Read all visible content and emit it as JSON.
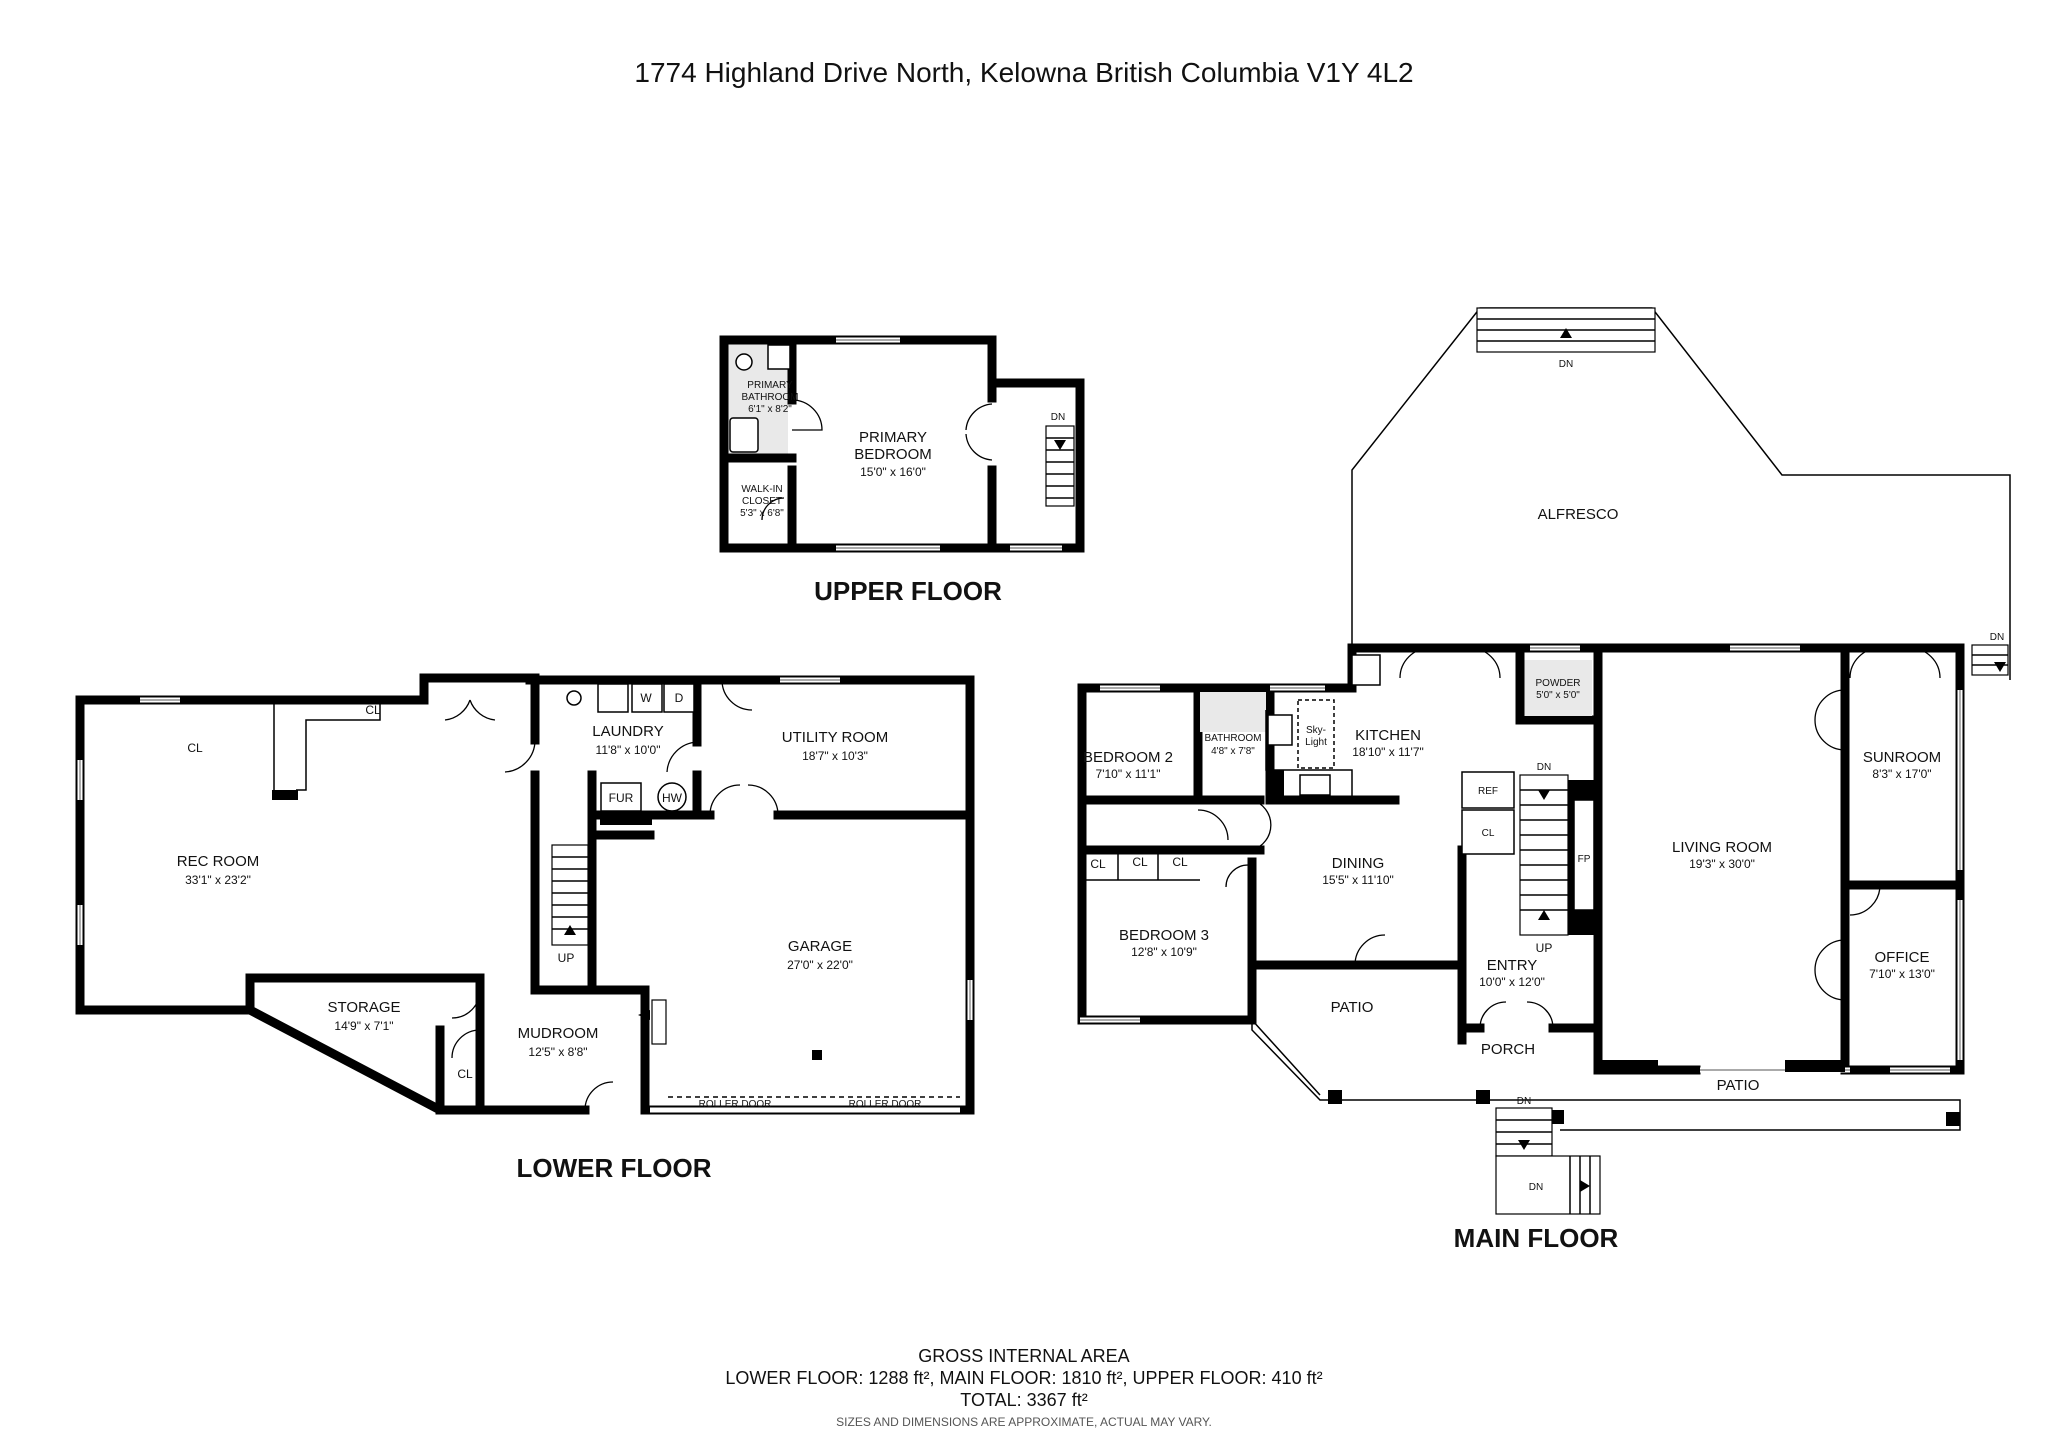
{
  "title": "1774 Highland Drive North, Kelowna British Columbia V1Y 4L2",
  "floors": {
    "upper": "UPPER FLOOR",
    "lower": "LOWER FLOOR",
    "main": "MAIN FLOOR"
  },
  "rooms": {
    "primary_bathroom": {
      "name": "PRIMARY BATHROOM",
      "line1": "PRIMARY",
      "line2": "BATHROOM",
      "dim": "6'1\" x 8'2\""
    },
    "primary_bedroom": {
      "line1": "PRIMARY",
      "line2": "BEDROOM",
      "dim": "15'0\" x 16'0\""
    },
    "walk_in_closet": {
      "line1": "WALK-IN",
      "line2": "CLOSET",
      "dim": "5'3\" x 6'8\""
    },
    "rec_room": {
      "name": "REC ROOM",
      "dim": "33'1\" x 23'2\""
    },
    "laundry": {
      "name": "LAUNDRY",
      "dim": "11'8\" x 10'0\""
    },
    "utility_room": {
      "name": "UTILITY ROOM",
      "dim": "18'7\" x 10'3\""
    },
    "garage": {
      "name": "GARAGE",
      "dim": "27'0\" x 22'0\""
    },
    "storage": {
      "name": "STORAGE",
      "dim": "14'9\" x 7'1\""
    },
    "mudroom": {
      "name": "MUDROOM",
      "dim": "12'5\" x 8'8\""
    },
    "alfresco": {
      "name": "ALFRESCO"
    },
    "bedroom2": {
      "name": "BEDROOM 2",
      "dim": "7'10\" x 11'1\""
    },
    "bathroom": {
      "name": "BATHROOM",
      "dim": "4'8\" x 7'8\""
    },
    "kitchen": {
      "name": "KITCHEN",
      "dim": "18'10\" x 11'7\""
    },
    "powder": {
      "name": "POWDER",
      "dim": "5'0\" x 5'0\""
    },
    "sunroom": {
      "name": "SUNROOM",
      "dim": "8'3\" x 17'0\""
    },
    "living_room": {
      "name": "LIVING ROOM",
      "dim": "19'3\" x 30'0\""
    },
    "dining": {
      "name": "DINING",
      "dim": "15'5\" x 11'10\""
    },
    "bedroom3": {
      "name": "BEDROOM 3",
      "dim": "12'8\" x 10'9\""
    },
    "entry": {
      "name": "ENTRY",
      "dim": "10'0\" x 12'0\""
    },
    "office": {
      "name": "OFFICE",
      "dim": "7'10\" x 13'0\""
    },
    "patio_left": {
      "name": "PATIO"
    },
    "porch": {
      "name": "PORCH"
    },
    "patio_front": {
      "name": "PATIO"
    }
  },
  "labels": {
    "cl": "CL",
    "w": "W",
    "d": "D",
    "fur": "FUR",
    "hw": "HW",
    "up": "UP",
    "dn": "DN",
    "ref": "REF",
    "fp": "FP",
    "skylight_1": "Sky-",
    "skylight_2": "Light",
    "roller_door": "ROLLER DOOR"
  },
  "footer": {
    "heading": "GROSS INTERNAL AREA",
    "breakdown": "LOWER FLOOR: 1288 ft², MAIN FLOOR: 1810 ft², UPPER FLOOR: 410 ft²",
    "total": "TOTAL: 3367 ft²",
    "disclaimer": "SIZES AND DIMENSIONS ARE APPROXIMATE, ACTUAL MAY VARY."
  }
}
